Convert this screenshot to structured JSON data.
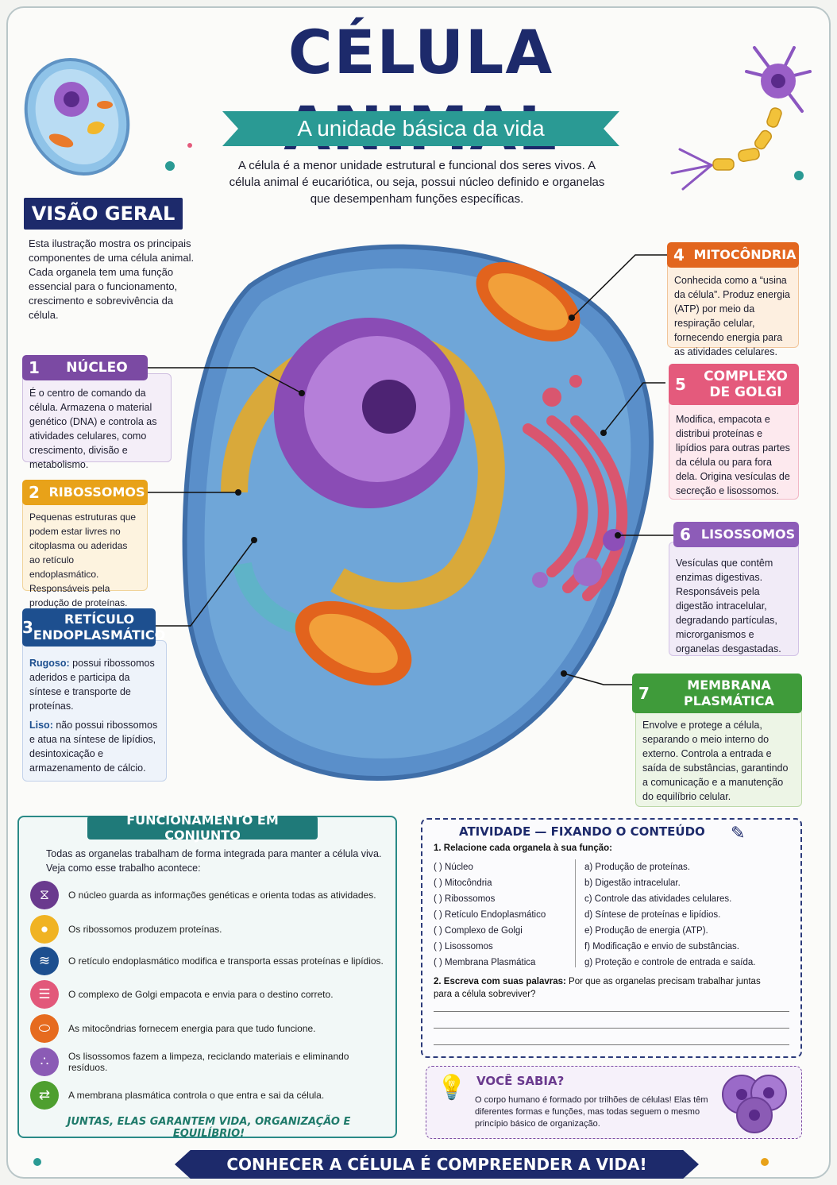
{
  "header": {
    "title": "CÉLULA ANIMAL",
    "subtitle": "A unidade básica da vida",
    "intro": "A célula é a menor unidade estrutural e funcional dos seres vivos. A célula animal é eucariótica, ou seja, possui núcleo definido e organelas que desempenham funções específicas."
  },
  "overview": {
    "label": "VISÃO GERAL",
    "text": "Esta ilustração mostra os principais componentes de uma célula animal. Cada organela tem uma função essencial para o funcionamento, crescimento e sobrevivência da célula."
  },
  "organelles": [
    {
      "num": "1",
      "name": "NÚCLEO",
      "text": "É o centro de comando da célula. Armazena o material genético (DNA) e controla as atividades celulares, como crescimento, divisão e metabolismo."
    },
    {
      "num": "2",
      "name": "RIBOSSOMOS",
      "text": "Pequenas estruturas que podem estar livres no citoplasma ou aderidas ao retículo endoplasmático. Responsáveis pela produção de proteínas."
    },
    {
      "num": "3",
      "name": "RETÍCULO ENDOPLASMÁTICO",
      "rugoso_label": "Rugoso:",
      "rugoso_text": "possui ribossomos aderidos e participa da síntese e transporte de proteínas.",
      "liso_label": "Liso:",
      "liso_text": "não possui ribossomos e atua na síntese de lipídios, desintoxicação e armazenamento de cálcio."
    },
    {
      "num": "4",
      "name": "MITOCÔNDRIA",
      "text": "Conhecida como a “usina da célula”. Produz energia (ATP) por meio da respiração celular, fornecendo energia para as atividades celulares."
    },
    {
      "num": "5",
      "name": "COMPLEXO DE GOLGI",
      "text": "Modifica, empacota e distribui proteínas e lipídios para outras partes da célula ou para fora dela. Origina vesículas de secreção e lisossomos."
    },
    {
      "num": "6",
      "name": "LISOSSOMOS",
      "text": "Vesículas que contêm enzimas digestivas. Responsáveis pela digestão intracelular, degradando partículas, microrganismos e organelas desgastadas."
    },
    {
      "num": "7",
      "name": "MEMBRANA PLASMÁTICA",
      "text": "Envolve e protege a célula, separando o meio interno do externo. Controla a entrada e saída de substâncias, garantindo a comunicação e a manutenção do equilíbrio celular."
    }
  ],
  "together": {
    "title": "FUNCIONAMENTO EM CONJUNTO",
    "intro": "Todas as organelas trabalham de forma integrada para manter a célula viva. Veja como esse trabalho acontece:",
    "items": [
      {
        "icon": "dna-icon",
        "color": "#6a3a8e",
        "text": "O núcleo guarda as informações genéticas e orienta todas as atividades."
      },
      {
        "icon": "ribosome-icon",
        "color": "#f0b323",
        "text": "Os ribossomos produzem proteínas."
      },
      {
        "icon": "reticulum-icon",
        "color": "#1d4f8f",
        "text": "O retículo endoplasmático modifica e transporta essas proteínas e lipídios."
      },
      {
        "icon": "golgi-icon",
        "color": "#e2587a",
        "text": "O complexo de Golgi empacota e envia para o destino correto."
      },
      {
        "icon": "mitochondria-icon",
        "color": "#e66b1f",
        "text": "As mitocôndrias fornecem energia para que tudo funcione."
      },
      {
        "icon": "lysosome-icon",
        "color": "#8b5bb5",
        "text": "Os lisossomos fazem a limpeza, reciclando materiais e eliminando resíduos."
      },
      {
        "icon": "membrane-icon",
        "color": "#4e9f2f",
        "text": "A membrana plasmática controla o que entra e sai da célula."
      }
    ],
    "footer": "JUNTAS, ELAS GARANTEM VIDA, ORGANIZAÇÃO E EQUILÍBRIO!"
  },
  "activity": {
    "title": "ATIVIDADE — FIXANDO O CONTEÚDO",
    "q1": "1. Relacione cada organela à sua função:",
    "left": [
      "(   ) Núcleo",
      "(   ) Mitocôndria",
      "(   ) Ribossomos",
      "(   ) Retículo Endoplasmático",
      "(   ) Complexo de Golgi",
      "(   ) Lisossomos",
      "(   ) Membrana Plasmática"
    ],
    "right": [
      "a)  Produção de proteínas.",
      "b)  Digestão intracelular.",
      "c)  Controle das atividades celulares.",
      "d)  Síntese de proteínas e lipídios.",
      "e)  Produção de energia (ATP).",
      "f)   Modificação e envio de substâncias.",
      "g)  Proteção e controle de entrada e saída."
    ],
    "q2_bold": "2. Escreva com suas palavras:",
    "q2_text": " Por que as organelas precisam trabalhar juntas para a célula sobreviver?"
  },
  "fact": {
    "title": "VOCÊ SABIA?",
    "text": "O corpo humano é formado por trilhões de células! Elas têm diferentes formas e funções, mas todas seguem o mesmo princípio básico de organização."
  },
  "footer": "CONHECER A CÉLULA É COMPREENDER A VIDA!"
}
